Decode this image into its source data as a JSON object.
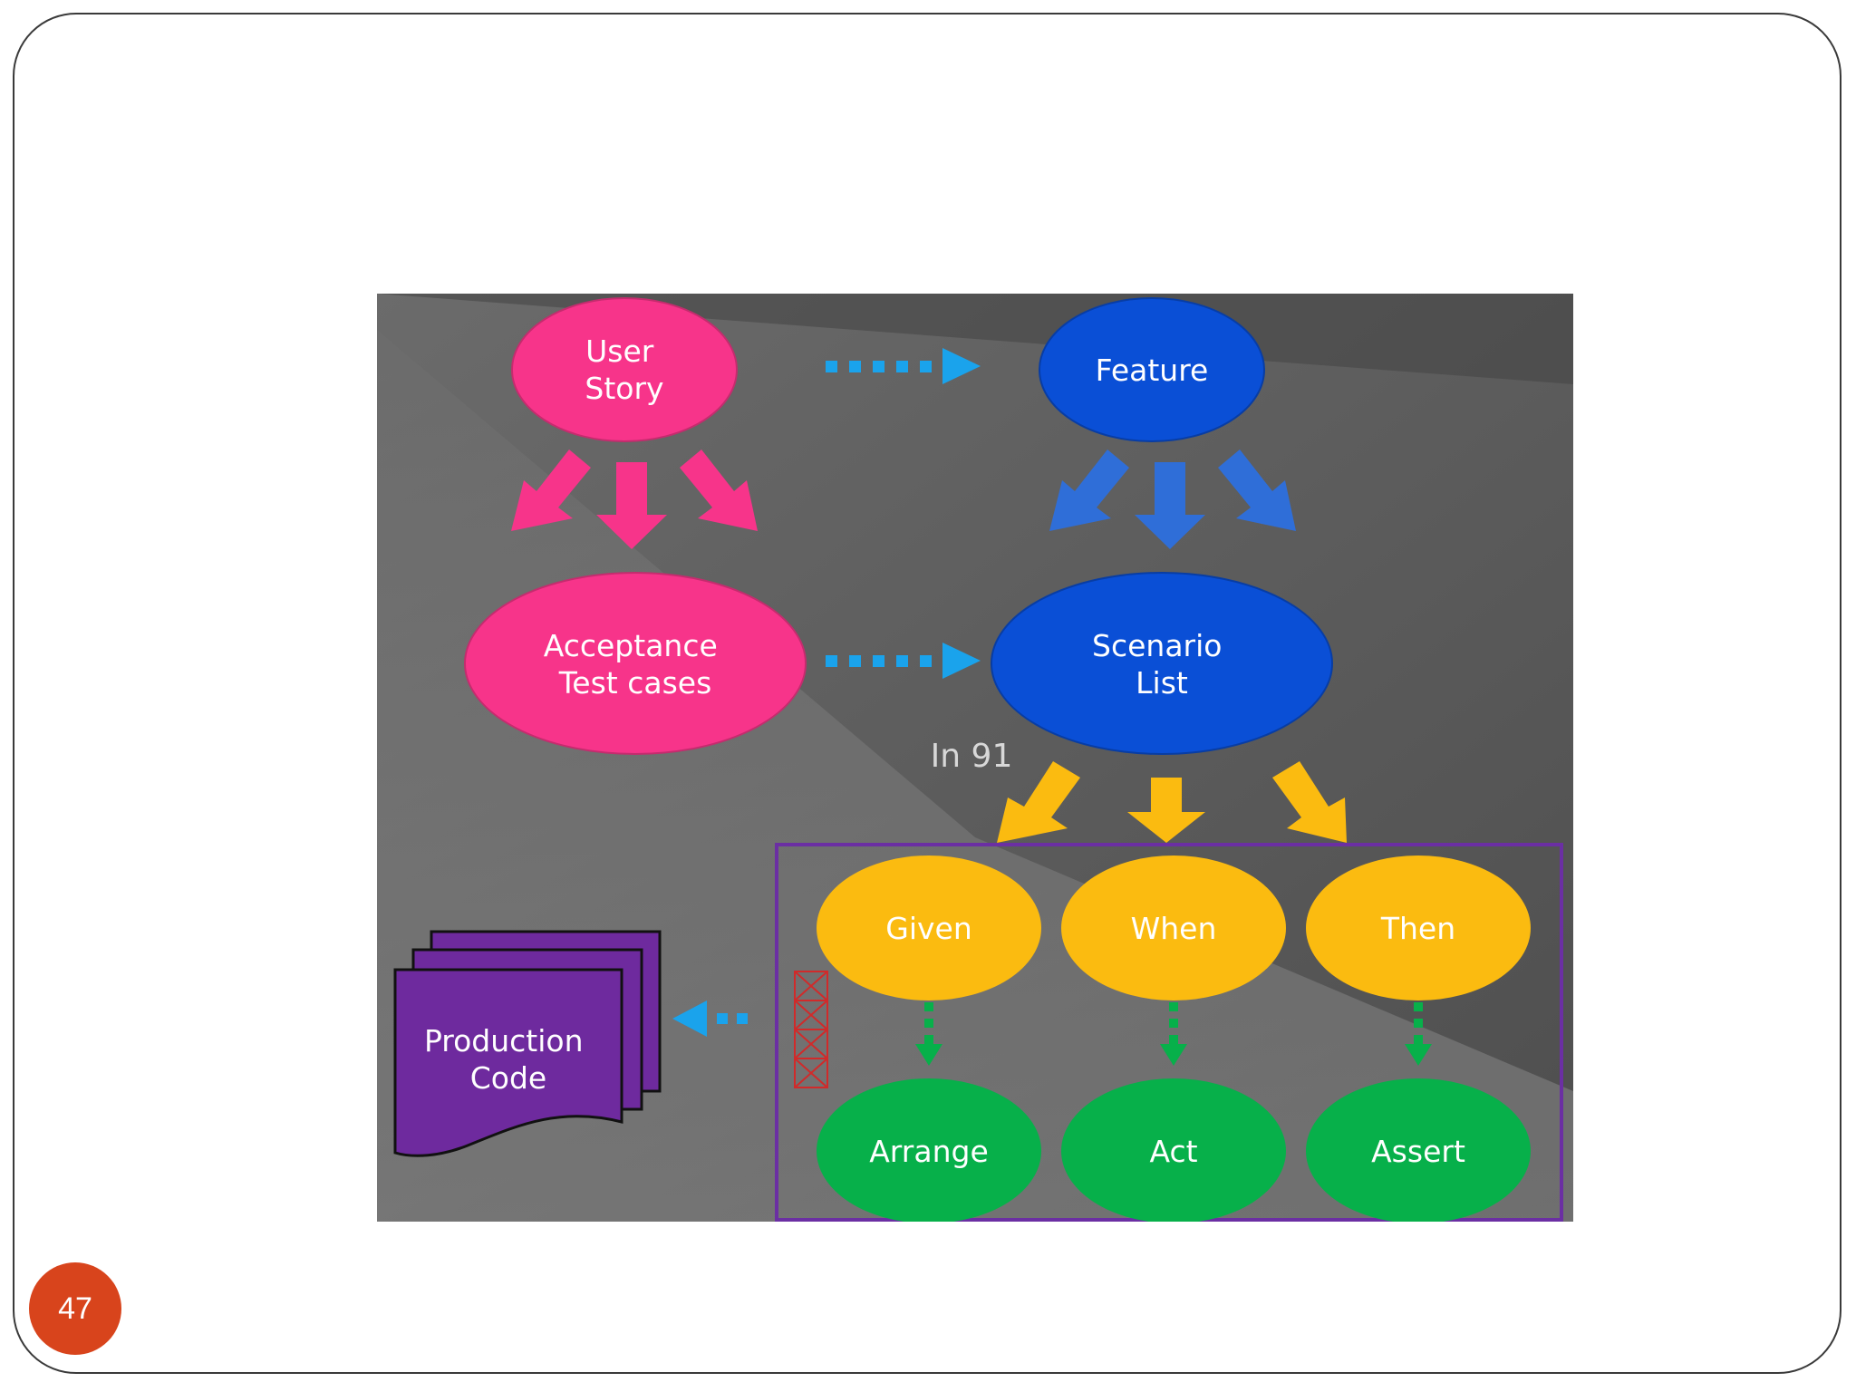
{
  "slide": {
    "page_number": "47"
  },
  "diagram": {
    "nodes": {
      "user_story": [
        "User",
        "Story"
      ],
      "feature": [
        "Feature"
      ],
      "acceptance": [
        "Acceptance",
        "Test cases"
      ],
      "scenario": [
        "Scenario",
        "List"
      ],
      "given": [
        "Given"
      ],
      "when": [
        "When"
      ],
      "then": [
        "Then"
      ],
      "arrange": [
        "Arrange"
      ],
      "act": [
        "Act"
      ],
      "assert": [
        "Assert"
      ],
      "production": [
        "Production",
        "Code"
      ]
    },
    "watermark": "In 91",
    "colors": {
      "pink": "#f7348a",
      "blue": "#0a4fd6",
      "blue_arrow": "#2f6ed8",
      "cyan": "#1aa3ec",
      "yellow": "#fbbb10",
      "green": "#07b04a",
      "purple": "#6e2a9e",
      "box_border": "#6b2fa3",
      "red_x": "#d12a2a"
    }
  }
}
